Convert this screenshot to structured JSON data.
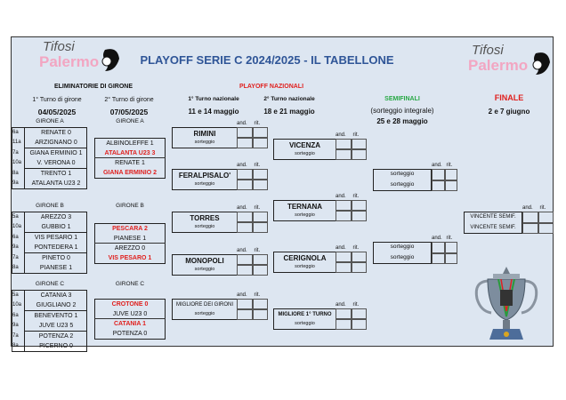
{
  "header": {
    "title": "PLAYOFF SERIE C 2024/2025 - IL TABELLONE",
    "logo_top": "Tifosi",
    "logo_bottom": "Palermo"
  },
  "sections": {
    "eliminatorie": "ELIMINATORIE DI GIRONE",
    "playoff_nazionali": "PLAYOFF NAZIONALI"
  },
  "columns": [
    {
      "label": "1° Turno di girone",
      "date": "04/05/2025"
    },
    {
      "label": "2° Turno di girone",
      "date": "07/05/2025"
    },
    {
      "label": "1° Turno nazionale",
      "date": "11 e 14  maggio"
    },
    {
      "label": "2° Turno nazionale",
      "date": "18 e 21  maggio"
    }
  ],
  "semifinali": {
    "label": "SEMIFINALI",
    "note": "(sorteggio integrale)",
    "date": "25 e 28 maggio"
  },
  "finale": {
    "label": "FINALE",
    "date": "2 e 7 giugno"
  },
  "leg_labels": {
    "andata": "and.",
    "ritorno": "rit."
  },
  "groups": [
    {
      "name": "GIRONE A",
      "round2_name": "GIRONE A",
      "teams": [
        {
          "seed": "6a",
          "name": "RENATE  0"
        },
        {
          "seed": "11a",
          "name": "ARZIGNANO  0"
        },
        {
          "seed": "7a",
          "name": "GIANA ERMINIO 1"
        },
        {
          "seed": "10a",
          "name": "V. VERONA 0"
        },
        {
          "seed": "8a",
          "name": "TRENTO  1"
        },
        {
          "seed": "9a",
          "name": "ATALANTA U23  2"
        }
      ],
      "round2": [
        {
          "name": "ALBINOLEFFE  1",
          "winner": false
        },
        {
          "name": "ATALANTA U23  3",
          "winner": true
        },
        {
          "name": "RENATE  1",
          "winner": false
        },
        {
          "name": "GIANA  ERMINIO  2",
          "winner": true
        }
      ]
    },
    {
      "name": "GIRONE B",
      "round2_name": "GIRONE B",
      "teams": [
        {
          "seed": "5a",
          "name": "AREZZO  3"
        },
        {
          "seed": "10a",
          "name": "GUBBIO   1"
        },
        {
          "seed": "6a",
          "name": "VIS PESARO  1"
        },
        {
          "seed": "9a",
          "name": "PONTEDERA  1"
        },
        {
          "seed": "7a",
          "name": "PINETO  0"
        },
        {
          "seed": "8a",
          "name": "PIANESE  1"
        }
      ],
      "round2": [
        {
          "name": "PESCARA  2",
          "winner": true
        },
        {
          "name": "PIANESE  1",
          "winner": false
        },
        {
          "name": "AREZZO  0",
          "winner": false
        },
        {
          "name": "VIS PESARO  1",
          "winner": true
        }
      ]
    },
    {
      "name": "GIRONE C",
      "round2_name": "GIRONE C",
      "teams": [
        {
          "seed": "5a",
          "name": "CATANIA  3"
        },
        {
          "seed": "10a",
          "name": "GIUGLIANO  2"
        },
        {
          "seed": "6a",
          "name": "BENEVENTO  1"
        },
        {
          "seed": "9a",
          "name": "JUVE U23  5"
        },
        {
          "seed": "7a",
          "name": "POTENZA  2"
        },
        {
          "seed": "8a",
          "name": "PICERNO  0"
        }
      ],
      "round2": [
        {
          "name": "CROTONE  0",
          "winner": true
        },
        {
          "name": "JUVE  U23  0",
          "winner": false
        },
        {
          "name": "CATANIA  1",
          "winner": true
        },
        {
          "name": "POTENZA  0",
          "winner": false
        }
      ]
    }
  ],
  "national_round1": [
    {
      "team": "RIMINI",
      "note": "sorteggio"
    },
    {
      "team": "FERALPISALO'",
      "note": "sorteggio"
    },
    {
      "team": "TORRES",
      "note": "sorteggio"
    },
    {
      "team": "MONOPOLI",
      "note": "sorteggio"
    },
    {
      "team": "MIGLIORE DEI GIRONI",
      "note": "sorteggio"
    }
  ],
  "national_round2": [
    {
      "team": "VICENZA",
      "note": "sorteggio"
    },
    {
      "team": "TERNANA",
      "note": "sorteggio"
    },
    {
      "team": "CERIGNOLA",
      "note": "sorteggio"
    },
    {
      "team": "MIGLIORE 1° TURNO",
      "note": "sorteggio"
    }
  ],
  "semifinals": [
    {
      "home": "sorteggio",
      "away": "sorteggio"
    },
    {
      "home": "sorteggio",
      "away": "sorteggio"
    }
  ],
  "final": {
    "home": "VINCENTE SEMIF.",
    "away": "VINCENTE SEMIF."
  },
  "colors": {
    "title": "#2f5597",
    "red": "#e0201e",
    "green": "#27a844",
    "background": "#dde6f1",
    "logo_pink": "#f2a6c2"
  }
}
